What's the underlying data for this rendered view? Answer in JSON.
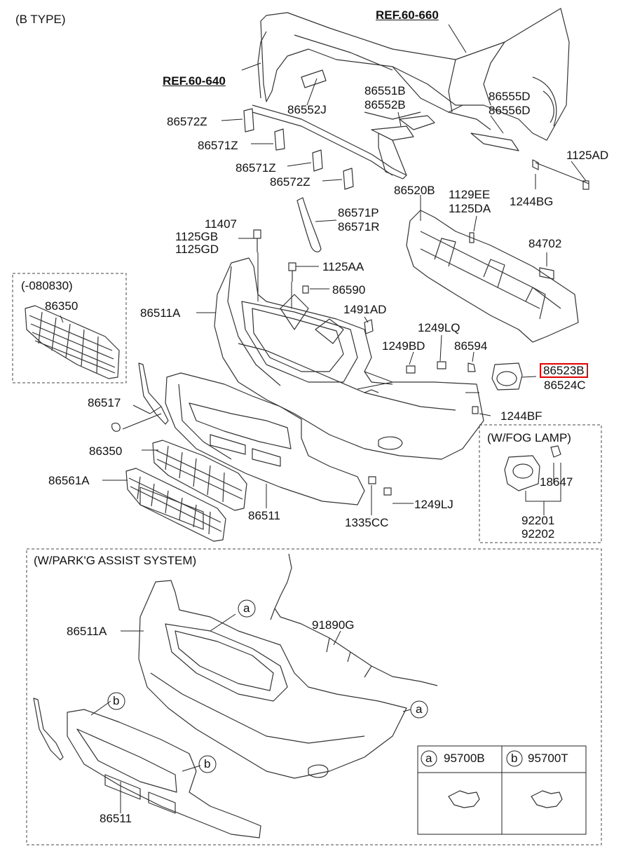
{
  "title": "(B TYPE)",
  "ref_labels": [
    "REF.60-660",
    "REF.60-640"
  ],
  "parts": {
    "p86551B": "86551B",
    "p86552B": "86552B",
    "p86552J": "86552J",
    "p86555D": "86555D",
    "p86556D": "86556D",
    "p86572Z_1": "86572Z",
    "p86571Z_1": "86571Z",
    "p86571Z_2": "86571Z",
    "p86572Z_2": "86572Z",
    "p1125AD": "1125AD",
    "p86520B": "86520B",
    "p1129EE": "1129EE",
    "p1125DA": "1125DA",
    "p1244BG": "1244BG",
    "p86571P": "86571P",
    "p86571R": "86571R",
    "p11407": "11407",
    "p1125GB": "1125GB",
    "p1125GD": "1125GD",
    "p84702": "84702",
    "p1125AA": "1125AA",
    "p86590": "86590",
    "p86511A": "86511A",
    "p1491AD": "1491AD",
    "p1249LQ": "1249LQ",
    "p1249BD": "1249BD",
    "p86594": "86594",
    "p86523B": "86523B",
    "p86524C": "86524C",
    "p86517": "86517",
    "p1244BF": "1244BF",
    "p86350": "86350",
    "p86561A": "86561A",
    "p86511": "86511",
    "p1335CC": "1335CC",
    "p1249LJ": "1249LJ",
    "p18647": "18647",
    "p92201": "92201",
    "p92202": "92202",
    "p91890G": "91890G",
    "p86511A_park": "86511A",
    "p86511_park": "86511"
  },
  "groups": {
    "variant_code": "(-080830)",
    "variant_part": "86350",
    "fog_lamp": "(W/FOG LAMP)",
    "park_assist": "(W/PARK'G ASSIST SYSTEM)"
  },
  "callouts": {
    "a": "a",
    "b": "b"
  },
  "legend": {
    "a_part": "95700B",
    "b_part": "95700T"
  },
  "colors": {
    "line": "#333333",
    "highlight": "#e00000",
    "text": "#111111"
  }
}
